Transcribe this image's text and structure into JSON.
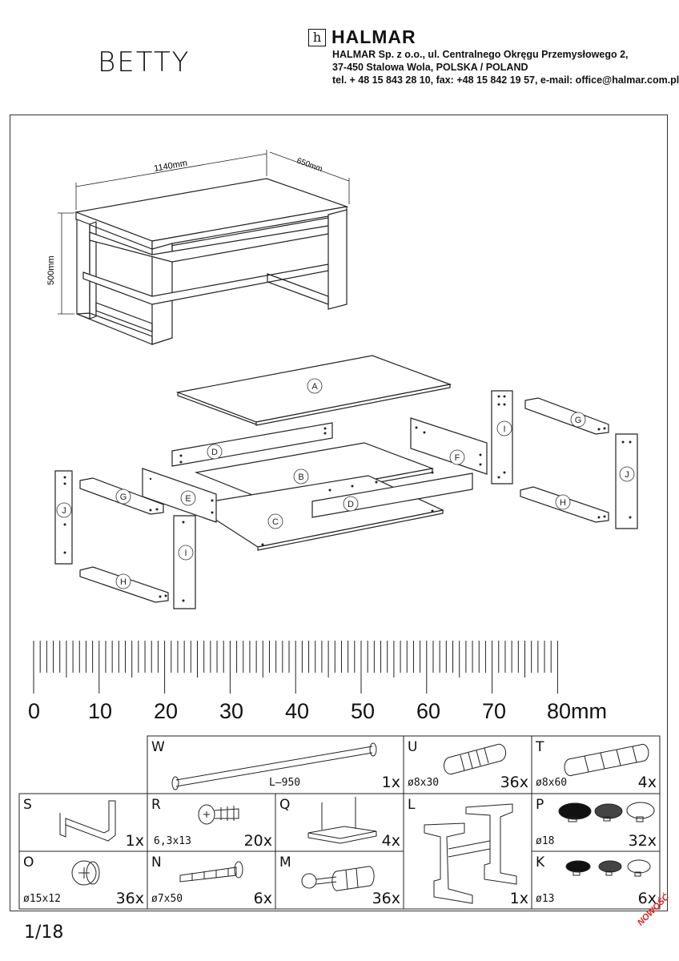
{
  "header": {
    "product_name": "BETTY",
    "logo_glyph": "h",
    "brand": "HALMAR",
    "address_line1": "HALMAR Sp. z o.o., ul. Centralnego Okręgu Przemysłowego 2,",
    "address_line2": "37-450 Stalowa Wola, POLSKA  / POLAND",
    "address_line3": "tel. + 48 15 843 28 10, fax: +48 15 842 19 57, e-mail: office@halmar.com.pl"
  },
  "dimensions": {
    "width": "1140mm",
    "depth": "650mm",
    "height": "500mm"
  },
  "parts": {
    "A": "A",
    "B": "B",
    "C": "C",
    "D": "D",
    "E": "E",
    "F": "F",
    "G": "G",
    "H": "H",
    "I": "I",
    "J": "J"
  },
  "ruler": {
    "labels": [
      "0",
      "10",
      "20",
      "30",
      "40",
      "50",
      "60",
      "70",
      "80mm"
    ]
  },
  "hardware": {
    "W": {
      "letter": "W",
      "spec": "L–950",
      "qty": "1x"
    },
    "U": {
      "letter": "U",
      "spec": "ø8x30",
      "qty": "36x"
    },
    "T": {
      "letter": "T",
      "spec": "ø8x60",
      "qty": "4x"
    },
    "S": {
      "letter": "S",
      "spec": "",
      "qty": "1x"
    },
    "R": {
      "letter": "R",
      "spec": "6,3x13",
      "qty": "20x"
    },
    "Q": {
      "letter": "Q",
      "spec": "",
      "qty": "4x"
    },
    "L": {
      "letter": "L",
      "spec": "",
      "qty": "1x"
    },
    "P": {
      "letter": "P",
      "spec": "ø18",
      "qty": "32x"
    },
    "O": {
      "letter": "O",
      "spec": "ø15x12",
      "qty": "36x"
    },
    "N": {
      "letter": "N",
      "spec": "ø7x50",
      "qty": "6x"
    },
    "M": {
      "letter": "M",
      "spec": "",
      "qty": "36x"
    },
    "K": {
      "letter": "K",
      "spec": "ø13",
      "qty": "6x"
    }
  },
  "footer": {
    "page": "1/18",
    "badge": "NOWOŚĆ"
  }
}
